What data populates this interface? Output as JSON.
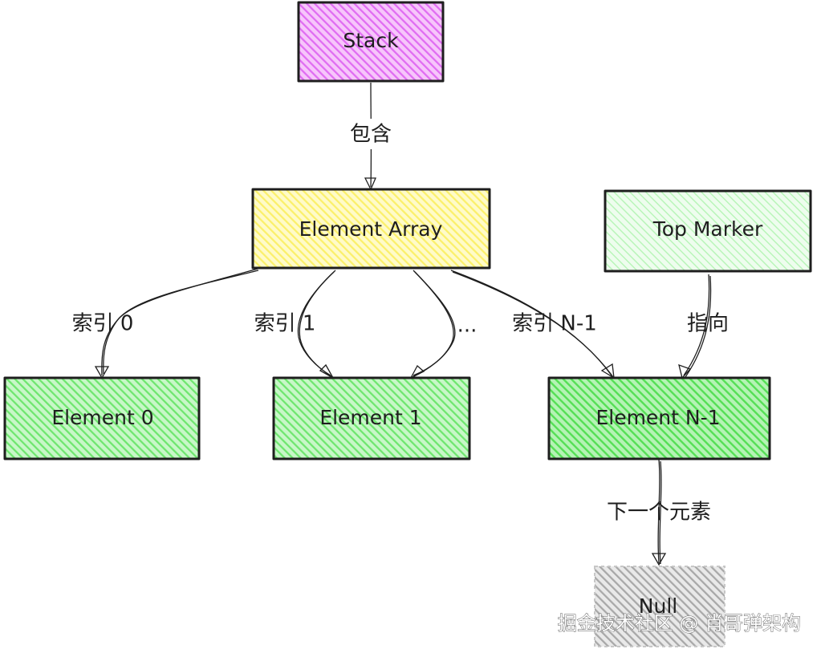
{
  "nodes": {
    "stack": {
      "label": "Stack",
      "fill": "#e879f9"
    },
    "element_array": {
      "label": "Element Array",
      "fill": "#fef36b"
    },
    "top_marker": {
      "label": "Top Marker",
      "fill": "#b9f5b9"
    },
    "element_0": {
      "label": "Element 0",
      "fill": "#7aea7a"
    },
    "element_1": {
      "label": "Element 1",
      "fill": "#7aea7a"
    },
    "element_n1": {
      "label": "Element N-1",
      "fill": "#5fe35f"
    },
    "null": {
      "label": "Null",
      "fill": "#bdbdbd"
    }
  },
  "edges": {
    "contains": "包含",
    "index_0": "索引 0",
    "index_1": "索引 1",
    "ellipsis": "...",
    "index_n1": "索引 N-1",
    "points_to": "指向",
    "next_element": "下一个元素"
  },
  "watermark": "掘金技术社区 @ 肖哥弹架构",
  "stroke_color": "#1e1e1e"
}
